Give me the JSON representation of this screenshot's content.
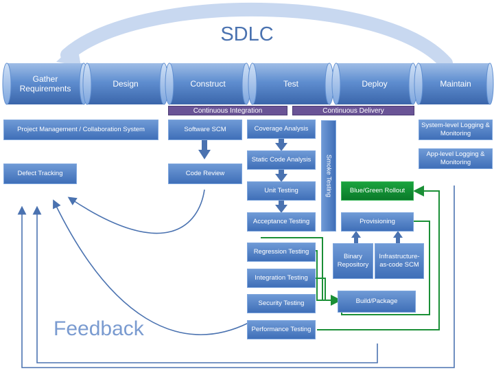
{
  "title": "SDLC",
  "feedback_label": "Feedback",
  "phases": [
    {
      "label": "Gather Requirements"
    },
    {
      "label": "Design"
    },
    {
      "label": "Construct"
    },
    {
      "label": "Test"
    },
    {
      "label": "Deploy"
    },
    {
      "label": "Maintain"
    }
  ],
  "bars": {
    "ci": "Continuous Integration",
    "cd": "Continuous Delivery"
  },
  "boxes": {
    "pm": "Project Management / Collaboration System",
    "defect": "Defect Tracking",
    "scm": "Software SCM",
    "review": "Code Review",
    "coverage": "Coverage Analysis",
    "static": "Static Code Analysis",
    "unit": "Unit Testing",
    "acceptance": "Acceptance Testing",
    "smoke": "Smoke Testing",
    "regression": "Regression Testing",
    "integration": "Integration Testing",
    "security": "Security Testing",
    "performance": "Performance Testing",
    "bluegreen": "Blue/Green Rollout",
    "provisioning": "Provisioning",
    "binary": "Binary Repository",
    "iac": "Infrastructure-as-code SCM",
    "build": "Build/Package",
    "syslog": "System-level Logging & Monitoring",
    "applog": "App-level Logging & Monitoring"
  },
  "colors": {
    "accent_blue": "#4a72b0",
    "box_blue": "#4f80c4",
    "integration_bar": "#6a5496",
    "deploy_green": "#1a8f36",
    "feedback_line": "#4a72b0"
  }
}
